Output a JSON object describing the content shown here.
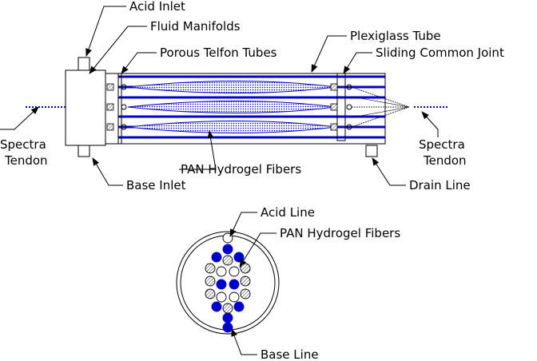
{
  "colors": {
    "tube": "#0000cc",
    "text": "#000000",
    "hatch": "#0000cc"
  },
  "side_view": {
    "labels": {
      "acid_inlet": "Acid Inlet",
      "fluid_manifolds": "Fluid Manifolds",
      "porous_tubes": "Porous Telfon Tubes",
      "plexiglass_tube": "Plexiglass Tube",
      "sliding_joint": "Sliding Common Joint",
      "tendon_left_1": "Spectra",
      "tendon_left_2": "Tendon",
      "tendon_right_1": "Spectra",
      "tendon_right_2": "Tendon",
      "pan_fibers": "PAN Hydrogel Fibers",
      "base_inlet": "Base Inlet",
      "drain_line": "Drain Line"
    }
  },
  "cross_section": {
    "labels": {
      "acid_line": "Acid Line",
      "pan_fibers": "PAN Hydrogel Fibers",
      "base_line": "Base Line"
    }
  }
}
